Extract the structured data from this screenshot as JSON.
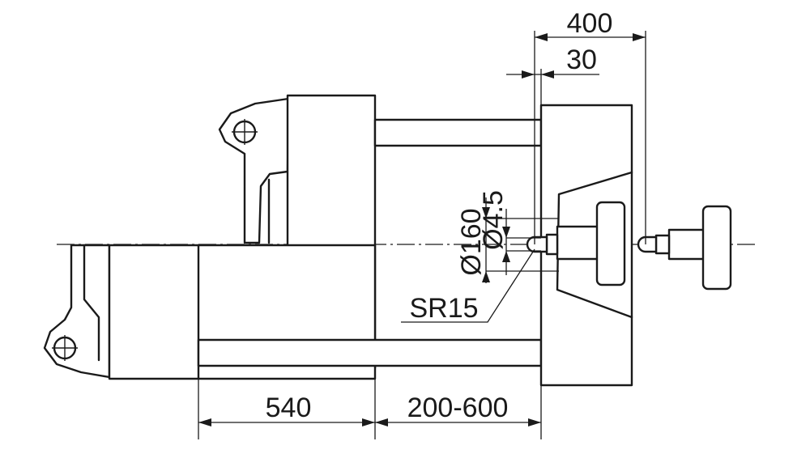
{
  "diagram": {
    "labels": {
      "dim_400": "400",
      "dim_30": "30",
      "dim_540": "540",
      "dim_200_600": "200-600",
      "dia_160": "Ø160",
      "dia_4_5": "Ø4.5",
      "radius_sr15": "SR15"
    }
  }
}
